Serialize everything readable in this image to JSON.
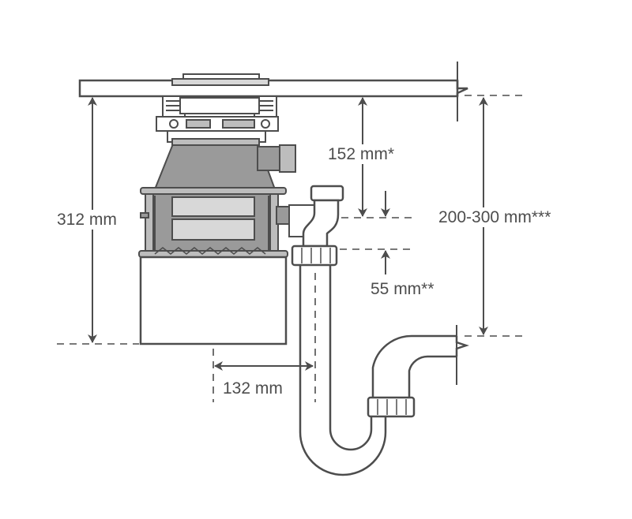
{
  "colors": {
    "line": "#4d4d4d",
    "metal_fill": "#9a9a9a",
    "metal_fill_light": "#bdbdbd",
    "text": "#4d4d4d",
    "background": "#ffffff"
  },
  "dimensions": {
    "overall_height": "312 mm",
    "inlet_drop": "152 mm*",
    "drain_offset": "55 mm**",
    "trap_height": "200-300 mm***",
    "horizontal_offset": "132 mm"
  }
}
